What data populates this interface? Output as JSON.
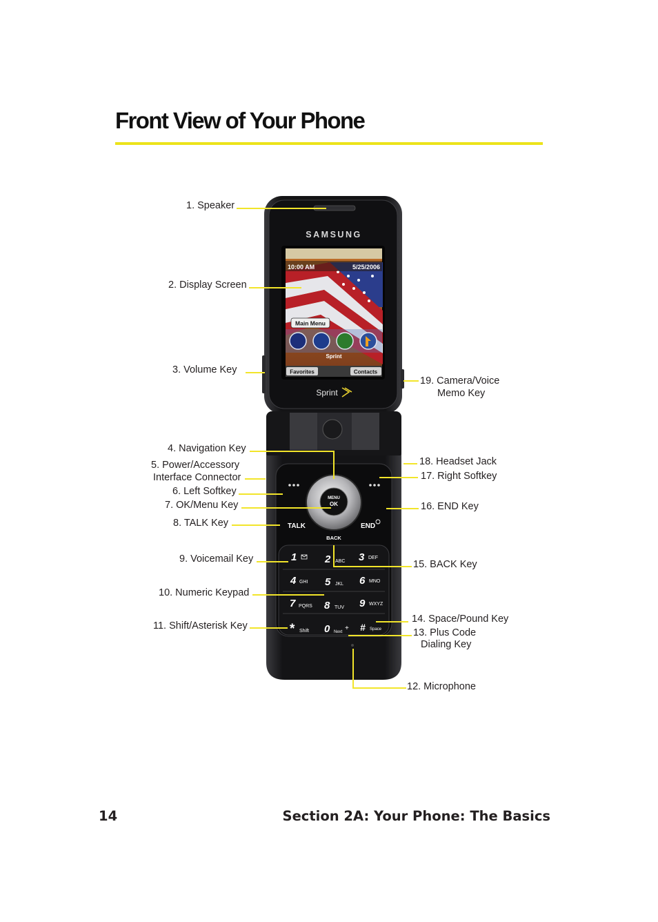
{
  "page": {
    "title": "Front View of Your Phone",
    "page_number": "14",
    "section": "Section 2A: Your Phone: The Basics"
  },
  "callouts": {
    "speaker": "1. Speaker",
    "display_screen": "2. Display Screen",
    "volume_key": "3. Volume Key",
    "navigation_key": "4. Navigation Key",
    "power_accessory_1": "5. Power/Accessory",
    "power_accessory_2": "Interface Connector",
    "left_softkey": "6. Left Softkey",
    "ok_menu_key": "7. OK/Menu Key",
    "talk_key": "8. TALK Key",
    "voicemail_key": "9. Voicemail Key",
    "numeric_keypad": "10. Numeric Keypad",
    "shift_asterisk_key": "11. Shift/Asterisk Key",
    "microphone": "12. Microphone",
    "plus_code_1": "13. Plus Code",
    "plus_code_2": "Dialing Key",
    "space_pound_key": "14. Space/Pound Key",
    "back_key": "15. BACK Key",
    "end_key": "16. END Key",
    "right_softkey": "17. Right Softkey",
    "headset_jack": "18. Headset Jack",
    "camera_voice_1": "19. Camera/Voice",
    "camera_voice_2": "Memo Key"
  },
  "phone": {
    "brand": "SAMSUNG",
    "carrier": "Sprint",
    "screen": {
      "time": "10:00 AM",
      "date": "5/25/2006",
      "main_menu": "Main Menu",
      "carrier_label": "Sprint",
      "left_soft": "Favorites",
      "right_soft": "Contacts"
    },
    "keys": {
      "menu": "MENU",
      "ok": "OK",
      "talk": "TALK",
      "end": "END",
      "back": "BACK",
      "k1": "1",
      "k2": "2",
      "k2s": "ABC",
      "k3": "3",
      "k3s": "DEF",
      "k4": "4",
      "k4s": "GHI",
      "k5": "5",
      "k5s": "JKL",
      "k6": "6",
      "k6s": "MNO",
      "k7": "7",
      "k7s": "PQRS",
      "k8": "8",
      "k8s": "TUV",
      "k9": "9",
      "k9s": "WXYZ",
      "kstar": "*",
      "kstars": "Shift",
      "k0": "0",
      "k0s": "Next",
      "kplus": "+",
      "khash": "#",
      "khashs": "Space"
    }
  },
  "colors": {
    "leader": "#f2e52a",
    "rule": "#ece31b",
    "phone_body": "#1b1b1d"
  }
}
